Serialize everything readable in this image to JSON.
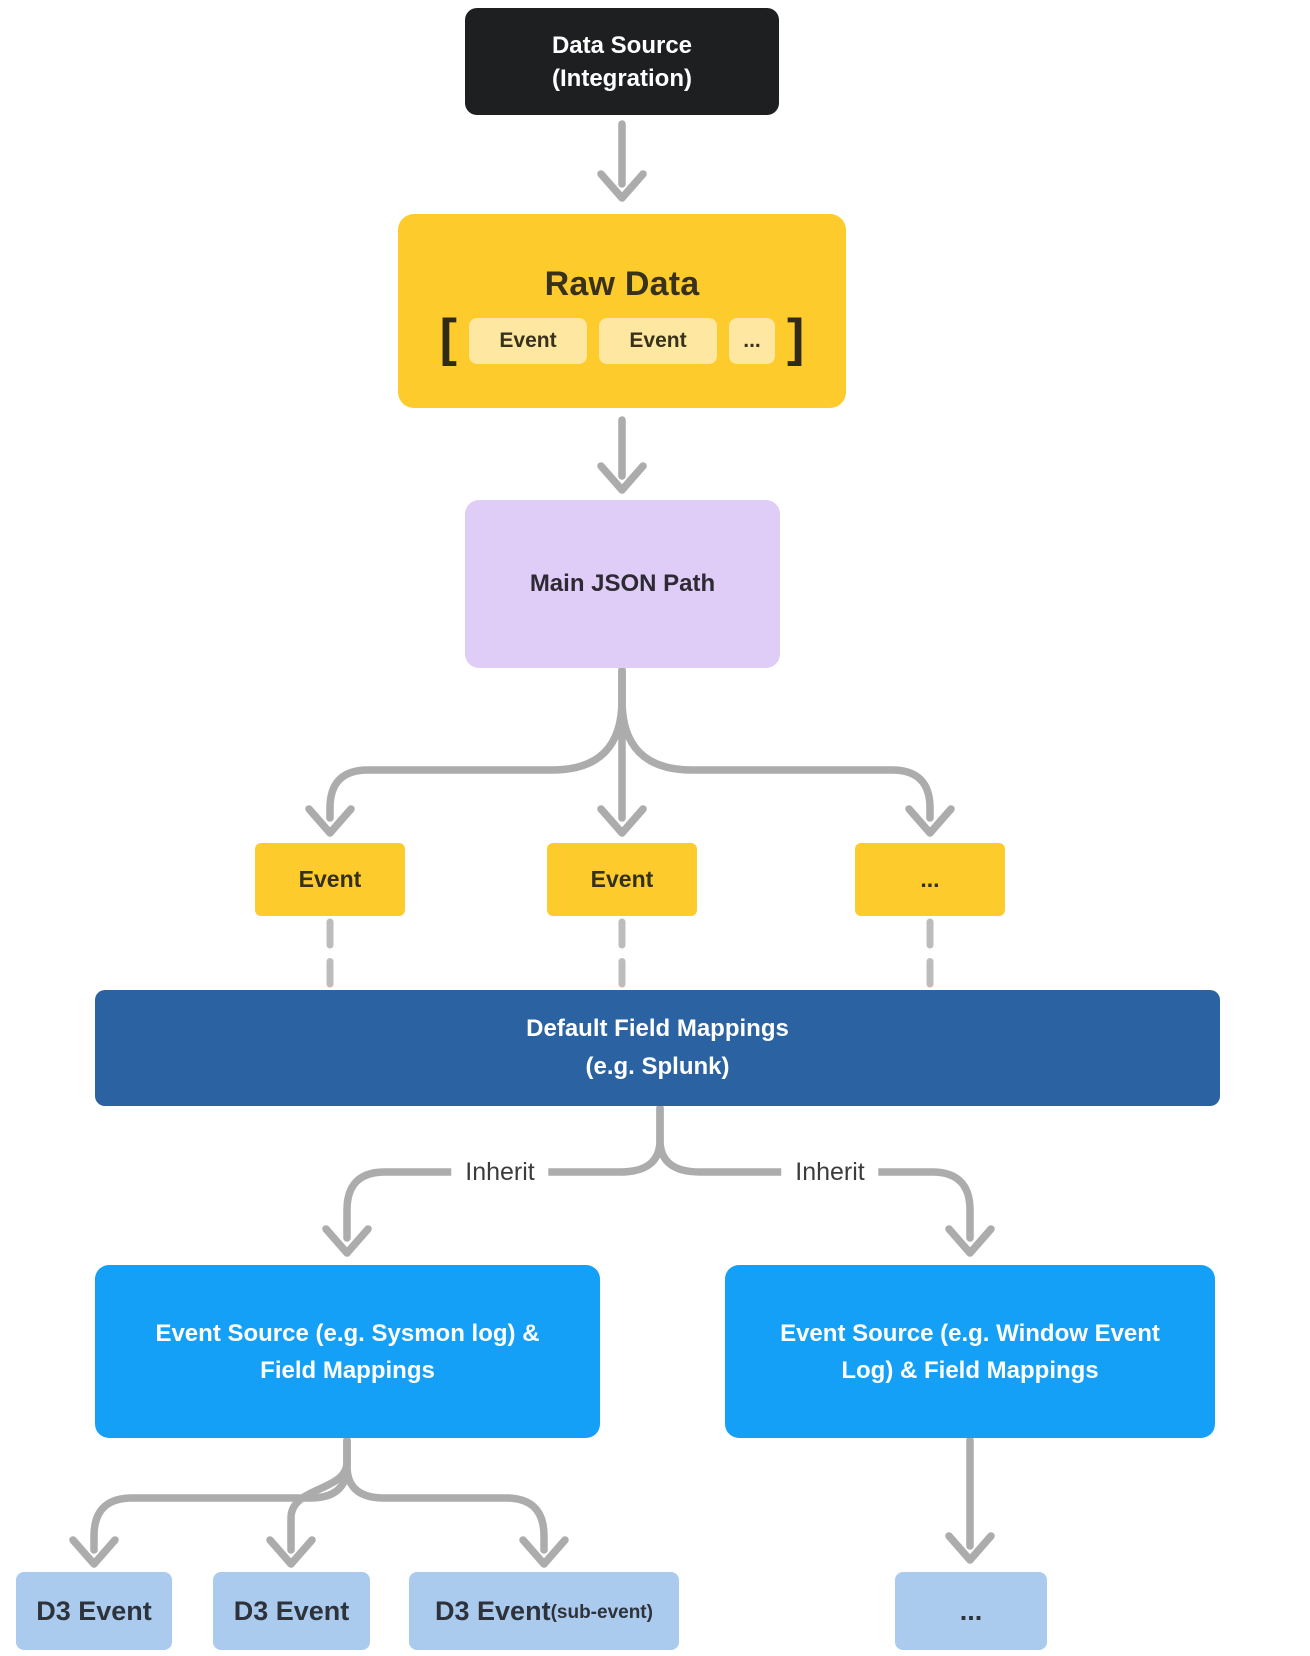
{
  "diagram": {
    "title_hint": "Data integration event mapping pipeline",
    "colors": {
      "black_box": "#1e1f21",
      "yellow": "#fecb2d",
      "chip_yellow": "#fde7a1",
      "purple": "#dfcdf8",
      "dark_blue": "#2b62a2",
      "bright_blue": "#15a0f8",
      "light_blue": "#abcbee",
      "arrow_gray": "#acacac"
    },
    "nodes": {
      "data_source": {
        "line1": "Data Source",
        "line2": "(Integration)"
      },
      "raw_data": {
        "title": "Raw Data",
        "bracket_open": "[",
        "bracket_close": "]",
        "events": [
          "Event",
          "Event",
          "..."
        ]
      },
      "main_json_path": {
        "label": "Main JSON Path"
      },
      "event_row": [
        "Event",
        "Event",
        "..."
      ],
      "default_field_mappings": {
        "line1": "Default Field Mappings",
        "line2": "(e.g. Splunk)"
      },
      "inherit": {
        "left": "Inherit",
        "right": "Inherit"
      },
      "event_source_sysmon": {
        "line1": "Event Source (e.g. Sysmon log) &",
        "line2": "Field Mappings"
      },
      "event_source_window": {
        "line1": "Event Source (e.g. Window Event",
        "line2": "Log) & Field Mappings"
      },
      "d3_row": {
        "box1": "D3 Event",
        "box2": "D3 Event",
        "box3": "D3 Event",
        "box3_suffix": "(sub-event)",
        "box4": "..."
      }
    }
  }
}
